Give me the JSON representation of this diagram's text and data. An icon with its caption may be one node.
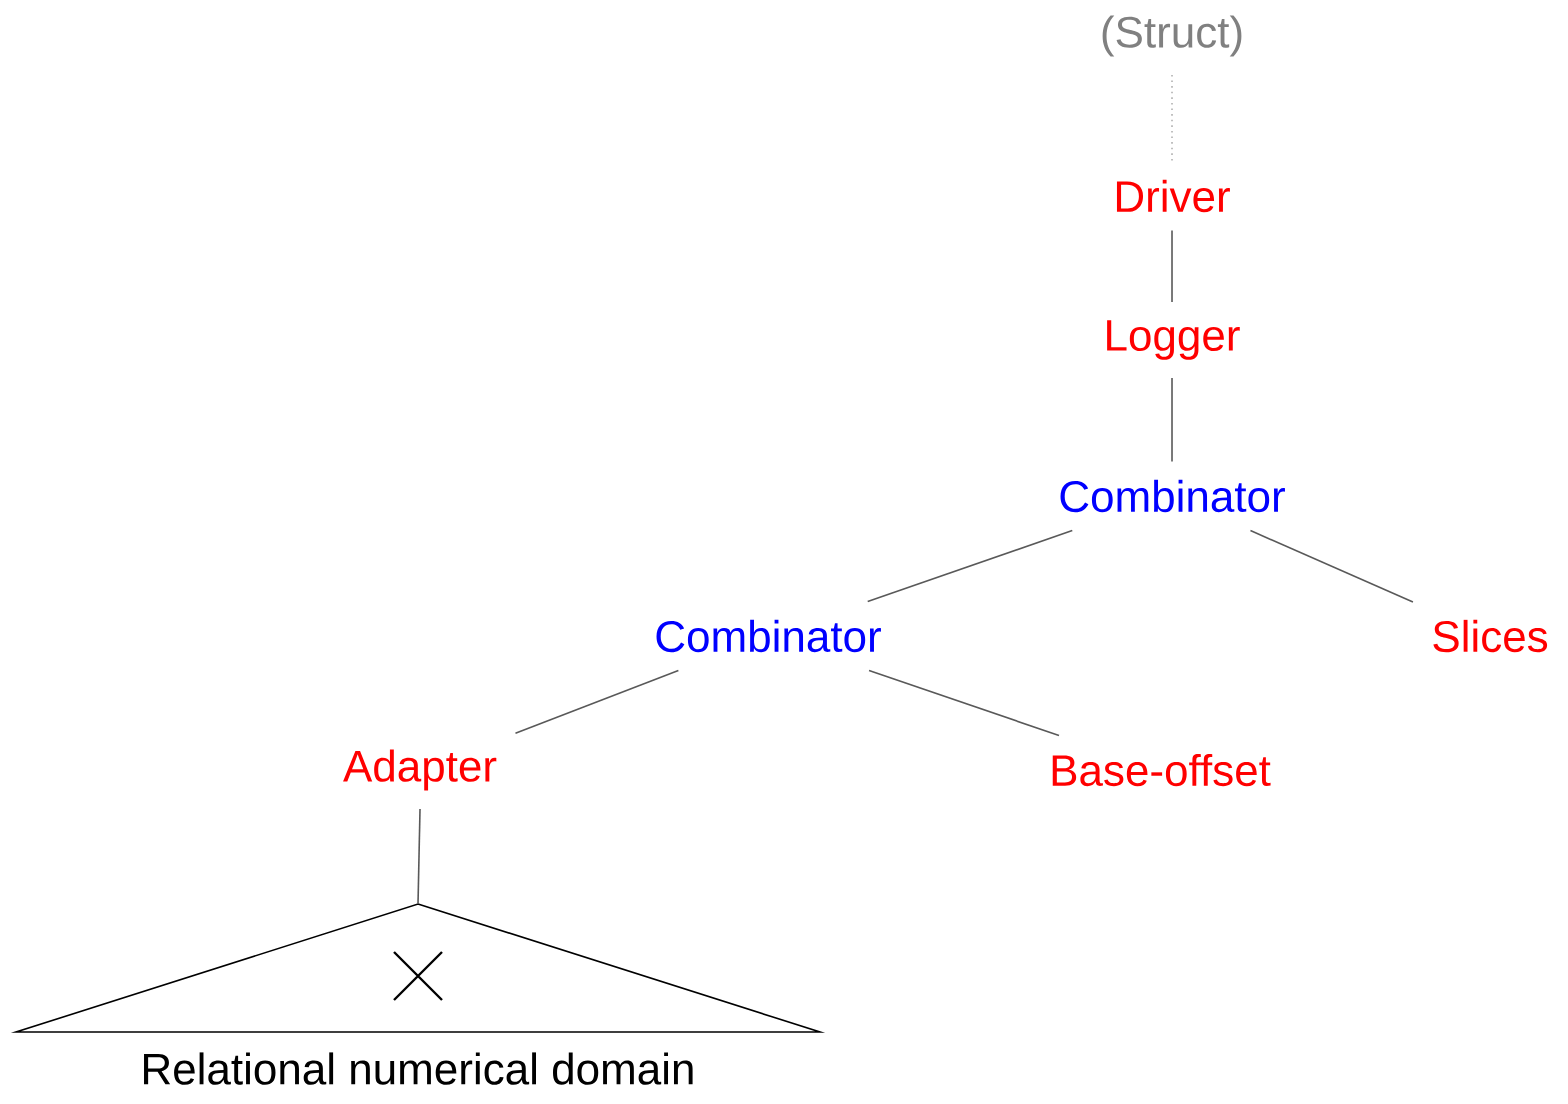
{
  "diagram": {
    "nodes": [
      {
        "text": [
          "(Struct)"
        ]
      },
      {
        "text": [
          "Driver"
        ]
      },
      {
        "text": [
          "Logger"
        ]
      },
      {
        "text": [
          "Combinator"
        ]
      },
      {
        "text": [
          "Combinator"
        ]
      },
      {
        "text": [
          "Slices"
        ]
      },
      {
        "text": [
          "Adapter"
        ]
      },
      {
        "text": [
          "Base-offset"
        ]
      },
      {
        "text": [
          "Relational numerical domain"
        ]
      }
    ],
    "edges": [
      {
        "from": 0,
        "to": 1,
        "arrow": "none",
        "style": "dashed",
        "color": "#b0b0b0"
      },
      {
        "from": 1,
        "to": 2,
        "arrow": "none"
      },
      {
        "from": 2,
        "to": 3,
        "arrow": "none"
      },
      {
        "from": 3,
        "to": 4,
        "arrow": "none"
      },
      {
        "from": 3,
        "to": 5,
        "arrow": "none"
      },
      {
        "from": 4,
        "to": 6,
        "arrow": "none"
      },
      {
        "from": 4,
        "to": 7,
        "arrow": "none"
      },
      {
        "from": 6,
        "to": 8,
        "arrow": "none"
      }
    ]
  }
}
